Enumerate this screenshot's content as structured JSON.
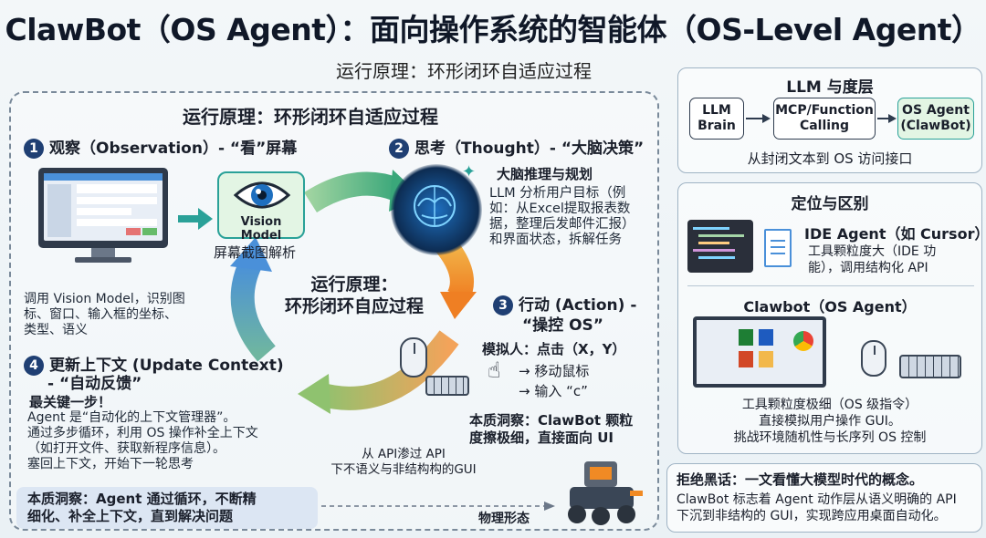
{
  "header": {
    "title": "ClawBot（OS Agent）：面向操作系统的智能体（OS-Level Agent）",
    "subtitle": "运行原理：环形闭环自适应过程"
  },
  "cycle": {
    "frame_title": "运行原理：环形闭环自适应过程",
    "center_title": [
      "运行原理：",
      "环形闭环自应过程"
    ],
    "step1": {
      "num": "1",
      "title": "观察（Observation）- “看”屏幕",
      "vision_label": "Vision Model",
      "caption": "屏幕截图解析",
      "desc": [
        "调用 Vision Model，识别图",
        "标、窗口、输入框的坐标、",
        "类型、语义"
      ]
    },
    "step2": {
      "num": "2",
      "title": "思考（Thought）- “大脑决策”",
      "subtitle": "大脑推理与规划",
      "desc": [
        "LLM 分析用户目标（例",
        "如：从Excel提取报表数",
        "据，整理后发邮件汇报）",
        "和界面状态，拆解任务"
      ]
    },
    "step3": {
      "num": "3",
      "title": "行动 (Action) -",
      "title2": "“操控 OS”",
      "simulate": "模拟人：点击（X，Y）",
      "move": "→ 移动鼠标",
      "type": "→ 输入 “c”",
      "insight": [
        "本质洞察：ClawBot 颗粒",
        "度擦极细，直接面向 UI"
      ],
      "api_note": [
        "从 API渗过 API",
        "下不语义与非结构构的GUI"
      ],
      "physical": "物理形态"
    },
    "step4": {
      "num": "4",
      "title": "更新上下文 (Update Context)",
      "title2": "- “自动反馈”",
      "key": "最关键一步！",
      "desc": [
        "Agent 是“自动化的上下文管理器”。",
        "通过多步循环，利用 OS 操作补全上下文",
        "（如打开文件、获取新程序信息）。",
        "塞回上下文，开始下一轮思考"
      ]
    },
    "insight_box": [
      "本质洞察：Agent 通过循环，不断精",
      "细化、补全上下文，直到解决问题"
    ]
  },
  "llm_panel": {
    "title": "LLM 与度层",
    "box1": [
      "LLM",
      "Brain"
    ],
    "box2": [
      "MCP/Function",
      "Calling"
    ],
    "box3": [
      "OS Agent",
      "(ClawBot)"
    ],
    "caption": "从封闭文本到 OS 访问接口"
  },
  "position_panel": {
    "title": "定位与区别",
    "ide_title": "IDE Agent（如 Cursor）",
    "ide_desc": [
      "工具颗粒度大（IDE 功",
      "能），调用结构化 API"
    ],
    "claw_title": "Clawbot（OS Agent）",
    "claw_desc": [
      "工具颗粒度极细（OS 级指令）",
      "直接模拟用户操作 GUI。",
      "挑战环境随机性与长序列 OS 控制"
    ]
  },
  "black_panel": {
    "title": "拒绝黑话：一文看懂大模型时代的概念。",
    "desc": [
      "ClawBot 标志着 Agent 动作层从语义明确的 API",
      "下沉到非结构的 GUI，实现跨应用桌面自动化。"
    ]
  },
  "colors": {
    "navy": "#1f3f73",
    "teal": "#2aa198",
    "orange": "#f08a24",
    "blue": "#4a90d9",
    "green_box": "#e3f5e4"
  },
  "icons": [
    "monitor-icon",
    "eye-icon",
    "brain-icon",
    "mouse-icon",
    "keyboard-icon",
    "hand-pointer-icon",
    "robot-icon",
    "code-editor-icon",
    "document-icon",
    "desktop-apps-icon"
  ]
}
